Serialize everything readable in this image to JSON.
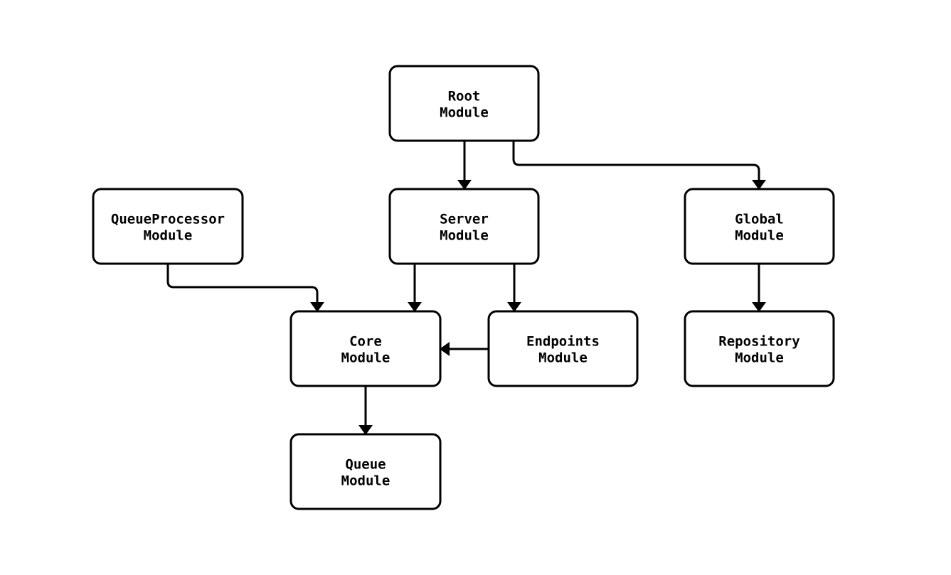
{
  "diagram": {
    "background": "#ffffff",
    "node_fill": "#ffffff",
    "node_stroke": "#000000",
    "edge_color": "#000000",
    "nodes": {
      "root": {
        "line1": "Root",
        "line2": "Module"
      },
      "queueprocessor": {
        "line1": "QueueProcessor",
        "line2": "Module"
      },
      "server": {
        "line1": "Server",
        "line2": "Module"
      },
      "global": {
        "line1": "Global",
        "line2": "Module"
      },
      "core": {
        "line1": "Core",
        "line2": "Module"
      },
      "endpoints": {
        "line1": "Endpoints",
        "line2": "Module"
      },
      "repository": {
        "line1": "Repository",
        "line2": "Module"
      },
      "queue": {
        "line1": "Queue",
        "line2": "Module"
      }
    },
    "edges": [
      {
        "from": "Root Module",
        "to": "Server Module"
      },
      {
        "from": "Root Module",
        "to": "Global Module"
      },
      {
        "from": "QueueProcessor Module",
        "to": "Core Module"
      },
      {
        "from": "Server Module",
        "to": "Core Module"
      },
      {
        "from": "Server Module",
        "to": "Endpoints Module"
      },
      {
        "from": "Endpoints Module",
        "to": "Core Module"
      },
      {
        "from": "Global Module",
        "to": "Repository Module"
      },
      {
        "from": "Core Module",
        "to": "Queue Module"
      }
    ]
  }
}
